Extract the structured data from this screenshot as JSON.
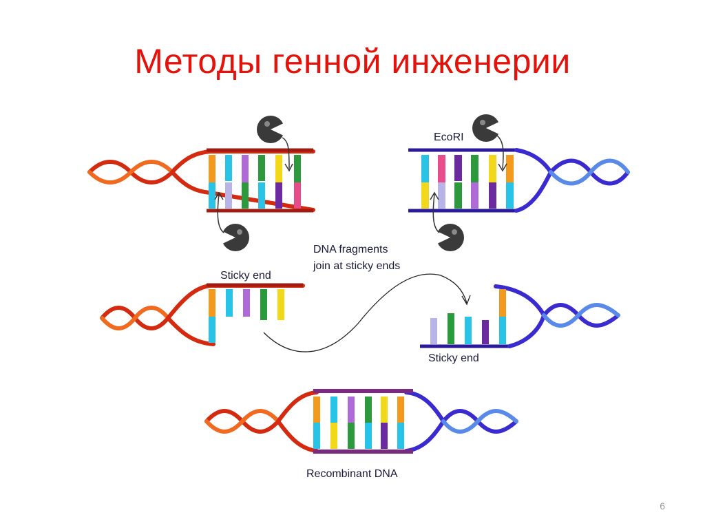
{
  "slide": {
    "title": "Методы генной инженерии",
    "page_number": "6"
  },
  "diagram": {
    "enzyme_label": "EcoRI",
    "join_caption_line1": "DNA fragments",
    "join_caption_line2": "join at sticky ends",
    "sticky_end_left": "Sticky end",
    "sticky_end_right": "Sticky end",
    "recombinant_label": "Recombinant DNA",
    "colors": {
      "title": "#e3120b",
      "left_dna": "#d42a10",
      "right_dna": "#3a2bd0",
      "bases": [
        "#f39a1e",
        "#28c3e6",
        "#b06ad8",
        "#2c9a3c",
        "#6b2aa0",
        "#e84c8a",
        "#f2d81a",
        "#b8b4e8"
      ]
    }
  }
}
